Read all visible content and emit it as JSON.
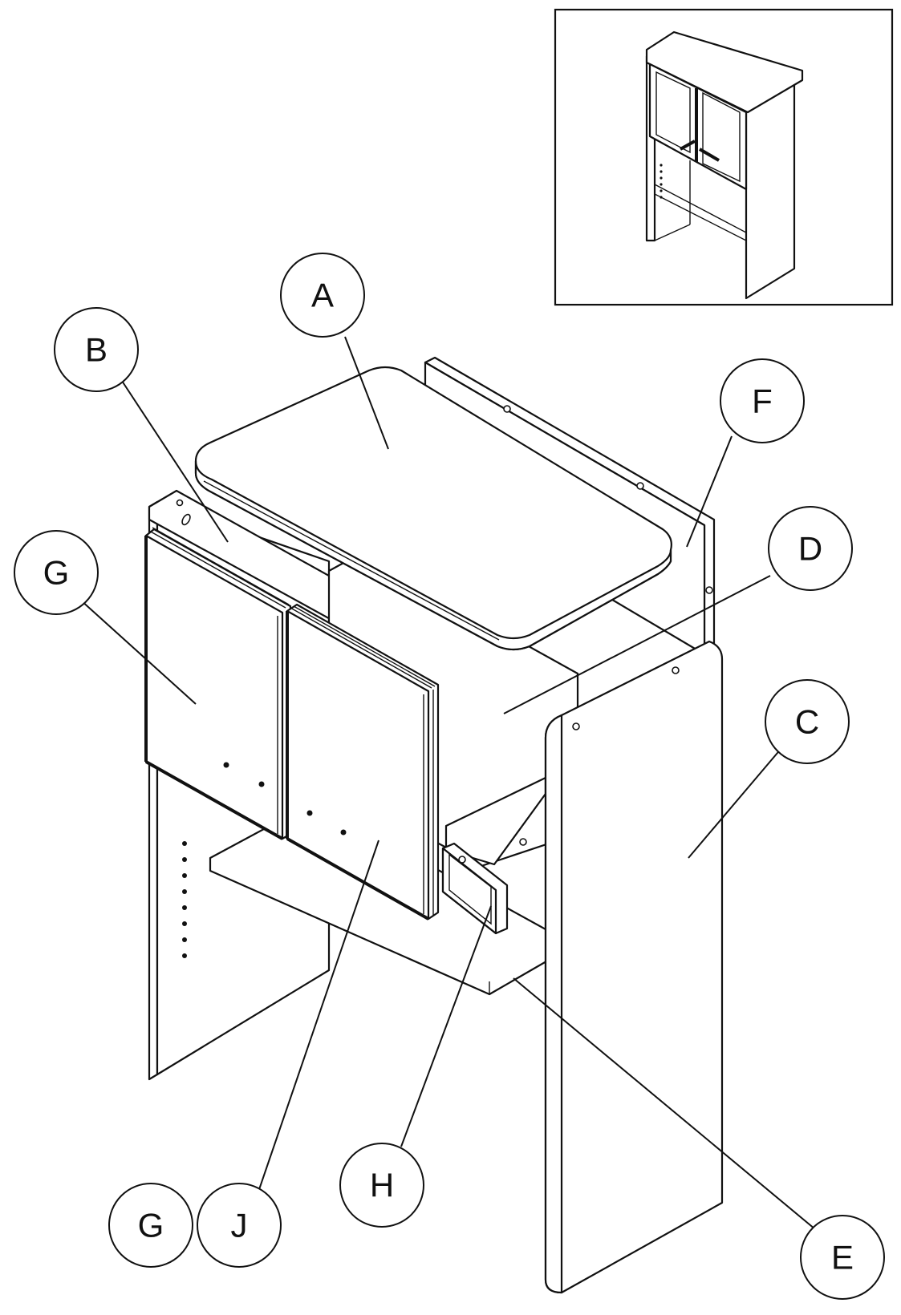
{
  "diagram": {
    "type": "exploded-assembly-view",
    "inset": {
      "label": "assembled cabinet preview"
    },
    "callouts": [
      {
        "id": "A",
        "label": "A",
        "part": "top-panel"
      },
      {
        "id": "B",
        "label": "B",
        "part": "rear-top-rail"
      },
      {
        "id": "C",
        "label": "C",
        "part": "right-side-panel"
      },
      {
        "id": "D",
        "label": "D",
        "part": "upper-shelf"
      },
      {
        "id": "E",
        "label": "E",
        "part": "lower-shelf"
      },
      {
        "id": "F",
        "label": "F",
        "part": "back-rail"
      },
      {
        "id": "G1",
        "label": "G",
        "part": "left-door"
      },
      {
        "id": "G2",
        "label": "G",
        "part": "left-side-panel"
      },
      {
        "id": "H",
        "label": "H",
        "part": "stretcher-rail"
      },
      {
        "id": "J",
        "label": "J",
        "part": "right-door"
      }
    ]
  },
  "colors": {
    "line": "#111111",
    "background": "#ffffff"
  }
}
